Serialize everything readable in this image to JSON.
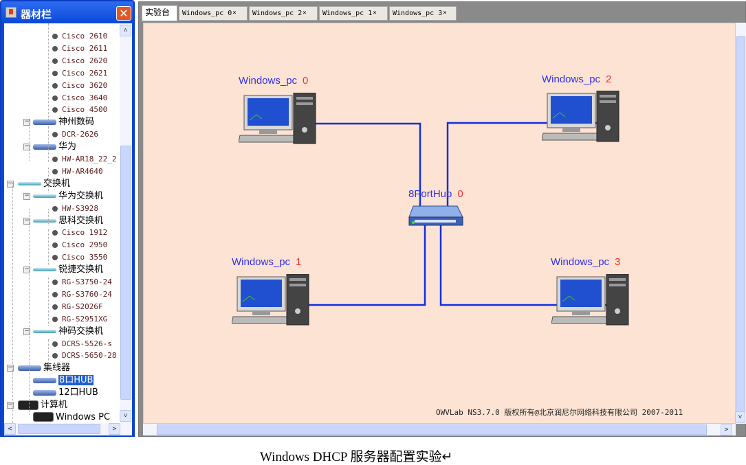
{
  "panel": {
    "title": "器材栏",
    "close": "✕"
  },
  "tree": [
    {
      "label": "Cisco 2610",
      "kind": "leaf",
      "depth": 3
    },
    {
      "label": "Cisco 2611",
      "kind": "leaf",
      "depth": 3
    },
    {
      "label": "Cisco 2620",
      "kind": "leaf",
      "depth": 3
    },
    {
      "label": "Cisco 2621",
      "kind": "leaf",
      "depth": 3
    },
    {
      "label": "Cisco 3620",
      "kind": "leaf",
      "depth": 3
    },
    {
      "label": "Cisco 3640",
      "kind": "leaf",
      "depth": 3
    },
    {
      "label": "Cisco 4500",
      "kind": "leaf",
      "depth": 3
    },
    {
      "label": "神州数码",
      "kind": "router",
      "depth": 2
    },
    {
      "label": "DCR-2626",
      "kind": "leaf",
      "depth": 3
    },
    {
      "label": "华为",
      "kind": "router",
      "depth": 2
    },
    {
      "label": "HW-AR18_22_2",
      "kind": "leaf",
      "depth": 3
    },
    {
      "label": "HW-AR4640",
      "kind": "leaf",
      "depth": 3
    },
    {
      "label": "交换机",
      "kind": "switch",
      "depth": 1
    },
    {
      "label": "华为交换机",
      "kind": "switch",
      "depth": 2
    },
    {
      "label": "HW-S3928",
      "kind": "leaf",
      "depth": 3
    },
    {
      "label": "思科交换机",
      "kind": "switch",
      "depth": 2
    },
    {
      "label": "Cisco 1912",
      "kind": "leaf",
      "depth": 3
    },
    {
      "label": "Cisco 2950",
      "kind": "leaf",
      "depth": 3
    },
    {
      "label": "Cisco 3550",
      "kind": "leaf",
      "depth": 3
    },
    {
      "label": "锐捷交换机",
      "kind": "switch",
      "depth": 2
    },
    {
      "label": "RG-S3750-24",
      "kind": "leaf",
      "depth": 3
    },
    {
      "label": "RG-S3760-24",
      "kind": "leaf",
      "depth": 3
    },
    {
      "label": "RG-S2026F",
      "kind": "leaf",
      "depth": 3
    },
    {
      "label": "RG-S2951XG",
      "kind": "leaf",
      "depth": 3
    },
    {
      "label": "神码交换机",
      "kind": "switch",
      "depth": 2
    },
    {
      "label": "DCRS-5526-s",
      "kind": "leaf",
      "depth": 3
    },
    {
      "label": "DCRS-5650-28",
      "kind": "leaf",
      "depth": 3
    },
    {
      "label": "集线器",
      "kind": "router",
      "depth": 1
    },
    {
      "label": "8口HUB",
      "kind": "hubitem",
      "depth": 2,
      "selected": true
    },
    {
      "label": "12口HUB",
      "kind": "hubitem",
      "depth": 2
    },
    {
      "label": "计算机",
      "kind": "pc",
      "depth": 1
    },
    {
      "label": "Windows PC",
      "kind": "pcitem",
      "depth": 2
    }
  ],
  "tabs": [
    {
      "label": "实验台",
      "active": true
    },
    {
      "label": "Windows_pc 0",
      "close": "×"
    },
    {
      "label": "Windows_pc 2",
      "close": "×"
    },
    {
      "label": "Windows_pc 1",
      "close": "×"
    },
    {
      "label": "Windows_pc 3",
      "close": "×"
    }
  ],
  "devices": {
    "pc0": {
      "name": "Windows_pc",
      "num": "0"
    },
    "pc2": {
      "name": "Windows_pc",
      "num": "2"
    },
    "hub": {
      "name": "8PortHub",
      "num": "0"
    },
    "pc1": {
      "name": "Windows_pc",
      "num": "1"
    },
    "pc3": {
      "name": "Windows_pc",
      "num": "3"
    }
  },
  "link_color": "#1030e0",
  "footer": "OWVLab NS3.7.0  版权所有@北京润尼尔网络科技有限公司 2007-2011",
  "caption": "Windows DHCP 服务器配置实验↵"
}
